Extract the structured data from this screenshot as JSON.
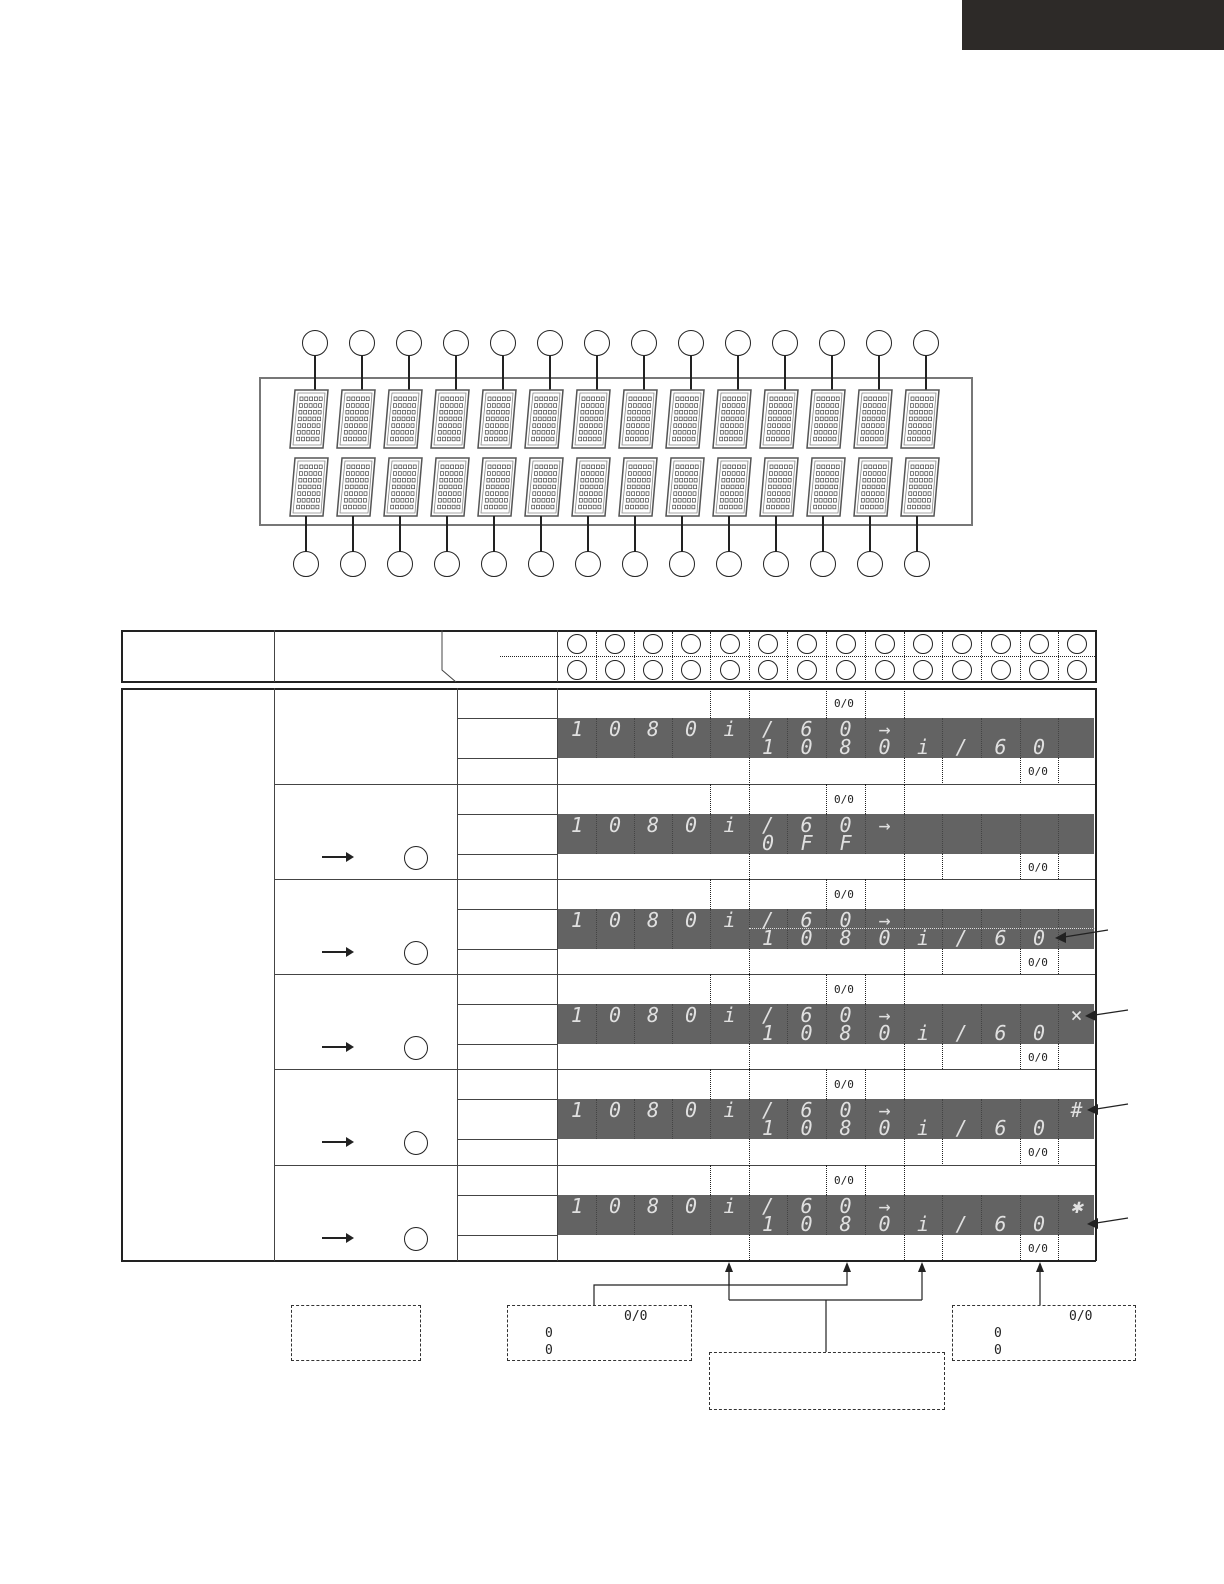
{
  "header": {
    "tab_color": "#2d2a28"
  },
  "display_band_color": "#636363",
  "rows": [
    {
      "top": [
        "1",
        "0",
        "8",
        "0",
        "i",
        "/",
        "6",
        "0",
        "→",
        "",
        "",
        "",
        "",
        ""
      ],
      "bottom": [
        "",
        "",
        "",
        "",
        "",
        "1",
        "0",
        "8",
        "0",
        "i",
        "/",
        "6",
        "0",
        ""
      ],
      "has_indicator": false
    },
    {
      "top": [
        "1",
        "0",
        "8",
        "0",
        "i",
        "/",
        "6",
        "0",
        "→",
        "",
        "",
        "",
        "",
        ""
      ],
      "bottom": [
        "",
        "",
        "",
        "",
        "",
        "0",
        "F",
        "F",
        "",
        "",
        "",
        "",
        "",
        ""
      ],
      "has_indicator": true
    },
    {
      "top": [
        "1",
        "0",
        "8",
        "0",
        "i",
        "/",
        "6",
        "0",
        "→",
        "",
        "",
        "",
        "",
        ""
      ],
      "bottom": [
        "",
        "",
        "",
        "",
        "",
        "1",
        "0",
        "8",
        "0",
        "i",
        "/",
        "6",
        "0",
        ""
      ],
      "has_indicator": true
    },
    {
      "top": [
        "1",
        "0",
        "8",
        "0",
        "i",
        "/",
        "6",
        "0",
        "→",
        "",
        "",
        "",
        "",
        "×"
      ],
      "bottom": [
        "",
        "",
        "",
        "",
        "",
        "1",
        "0",
        "8",
        "0",
        "i",
        "/",
        "6",
        "0",
        ""
      ],
      "has_indicator": true
    },
    {
      "top": [
        "1",
        "0",
        "8",
        "0",
        "i",
        "/",
        "6",
        "0",
        "→",
        "",
        "",
        "",
        "",
        "#"
      ],
      "bottom": [
        "",
        "",
        "",
        "",
        "",
        "1",
        "0",
        "8",
        "0",
        "i",
        "/",
        "6",
        "0",
        ""
      ],
      "has_indicator": true
    },
    {
      "top": [
        "1",
        "0",
        "8",
        "0",
        "i",
        "/",
        "6",
        "0",
        "→",
        "",
        "",
        "",
        "",
        "✱"
      ],
      "bottom": [
        "",
        "",
        "",
        "",
        "",
        "1",
        "0",
        "8",
        "0",
        "i",
        "/",
        "6",
        "0",
        ""
      ],
      "has_indicator": true
    }
  ],
  "marker_oo": "0/0",
  "callouts": {
    "left_box": {
      "line1": "0/0",
      "line2": "0",
      "line3": "0"
    },
    "right_box": {
      "line1": "0/0",
      "line2": "0",
      "line3": "0"
    }
  }
}
